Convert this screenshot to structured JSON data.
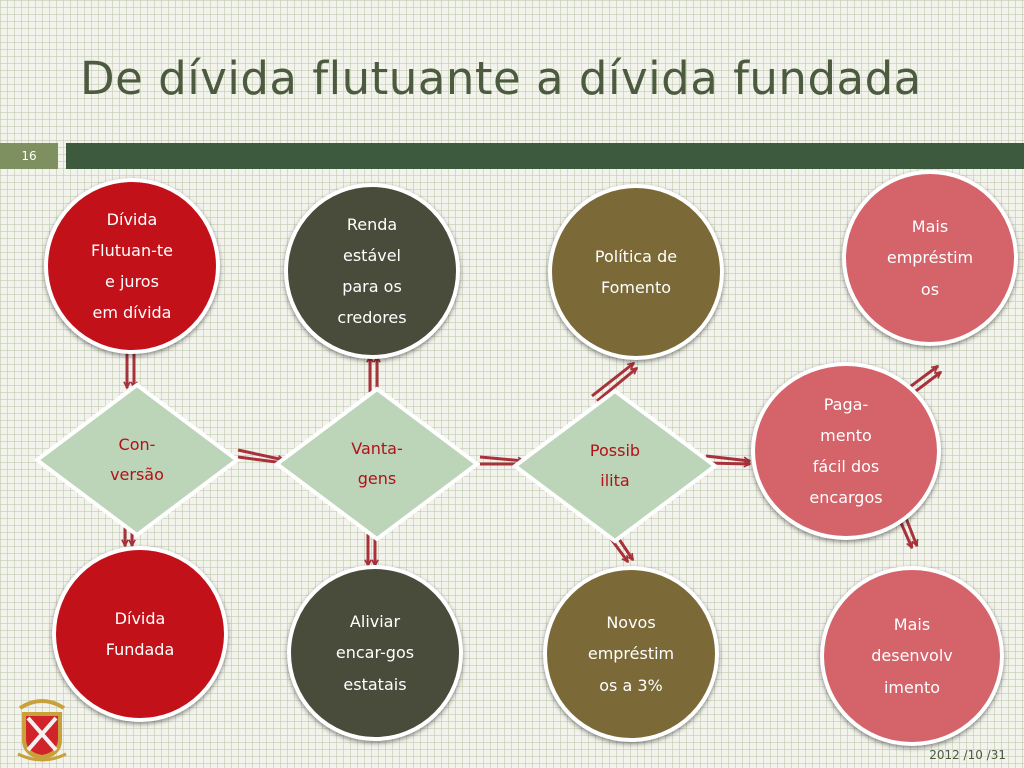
{
  "slide": {
    "title": "De dívida flutuante a dívida fundada",
    "page_number": "16",
    "date": "2012 /10 /31"
  },
  "diagram": {
    "circles": {
      "divida_flutuante": "Dívida\nFlutuan-te\ne juros\nem dívida",
      "renda_estavel": "Renda\nestável\npara os\ncredores",
      "politica_fomento": "Política de\nFomento",
      "mais_emprestimos": "Mais\nempréstim\nos",
      "pagamento_facil": "Paga-\nmento\nfácil dos\nencargos",
      "divida_fundada": "Dívida\nFundada",
      "aliviar_encargos": "Aliviar\nencar-gos\nestatais",
      "novos_emprestimos": "Novos\nempréstim\nos a 3%",
      "mais_desenvolvimento": "Mais\ndesenvolv\nimento"
    },
    "diamonds": {
      "conversao": "Con-\nversão",
      "vantagens": "Vanta-\ngens",
      "possibilita": "Possib\nilita"
    },
    "colors": {
      "red": "#c3111a",
      "dark": "#4a4c3b",
      "olive": "#7b6a37",
      "pink": "#d4636a",
      "diamond_fill": "#bcd4b8",
      "arrow": "#a8313a",
      "title": "#4c5a3f",
      "title_bar": "#3e5a3e"
    }
  }
}
